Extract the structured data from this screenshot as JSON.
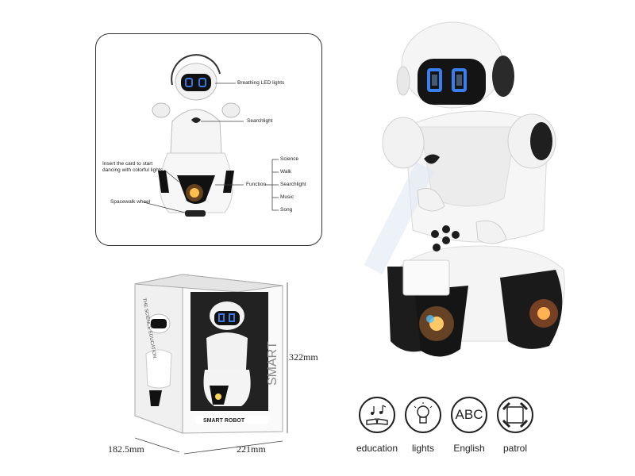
{
  "callouts": {
    "breathing": "Breathing LED lights",
    "searchlight": "Searchlight",
    "card_line1": "Insert the card to start",
    "card_line2": "dancing with colorful lights",
    "function": "Function",
    "spacewalk": "Spacewalk wheel"
  },
  "functions": [
    "Science",
    "Walk",
    "Searchlight",
    "Music",
    "Song"
  ],
  "box": {
    "height": "322mm",
    "depth": "182.5mm",
    "width": "221mm",
    "side_text": "THE SCIENCE EDUCATION",
    "front_title": "SMART",
    "label": "SMART ROBOT"
  },
  "features": [
    {
      "icon": "book-music-icon",
      "label": "education"
    },
    {
      "icon": "light-bulb-icon",
      "label": "lights"
    },
    {
      "icon": "abc-text-icon",
      "label": "English",
      "glyph": "ABC"
    },
    {
      "icon": "patrol-track-icon",
      "label": "patrol"
    }
  ],
  "colors": {
    "eyes": "#2f6fd6",
    "body": "#f4f4f4",
    "dark": "#1c1c1c"
  }
}
